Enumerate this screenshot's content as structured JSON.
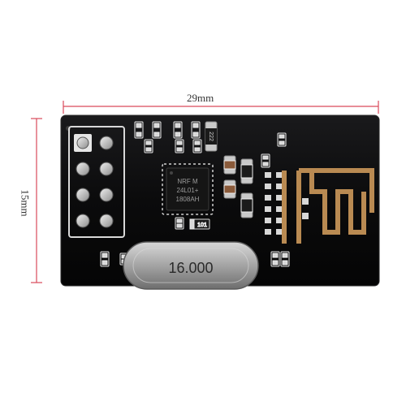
{
  "dimensions": {
    "width_label": "29mm",
    "height_label": "15mm",
    "line_color": "#d94a5a"
  },
  "module": {
    "chip_text": [
      "NRF M",
      "24L01+",
      "1808AH"
    ],
    "crystal_text": "16.000",
    "component_codes": [
      "222",
      "101"
    ],
    "board_color": "#0b0b0c",
    "trace_color": "#b98a52"
  }
}
